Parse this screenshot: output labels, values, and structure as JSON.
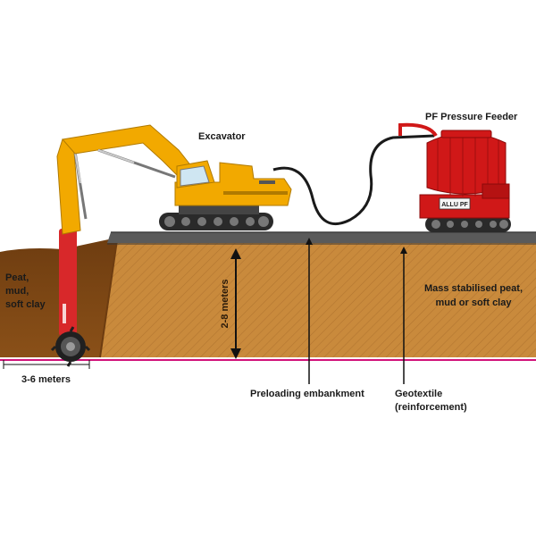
{
  "labels": {
    "excavator": "Excavator",
    "pressure_feeder": "PF Pressure Feeder",
    "peat_line1": "Peat,",
    "peat_line2": "mud,",
    "peat_line3": "soft clay",
    "depth": "2-8 meters",
    "width": "3-6 meters",
    "mass_line1": "Mass stabilised peat,",
    "mass_line2": "mud or soft clay",
    "embankment": "Preloading embankment",
    "geotextile_line1": "Geotextile",
    "geotextile_line2": "(reinforcement)",
    "feeder_brand": "ALLU PF"
  },
  "colors": {
    "soil_dark": "#7a4512",
    "soil_light": "#c98a3c",
    "embankment": "#5a5a5a",
    "excavator_yellow": "#f2a900",
    "feeder_red": "#d01818",
    "tool_red": "#d8282a",
    "boundary": "#d1127a"
  }
}
